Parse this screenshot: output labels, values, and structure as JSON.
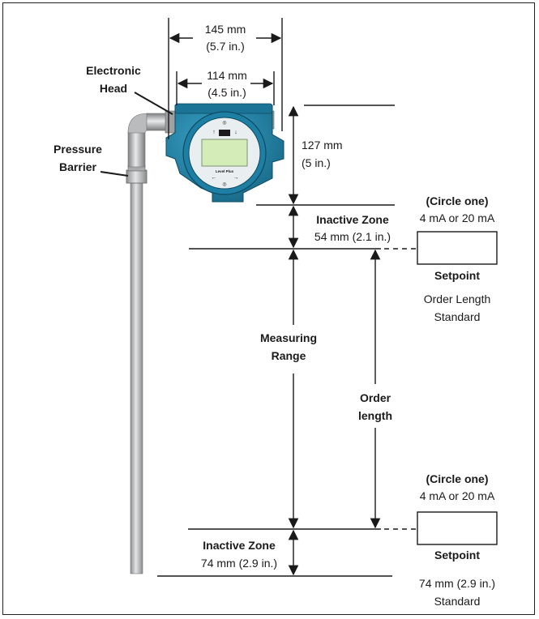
{
  "labels": {
    "electronic_head": [
      "Electronic",
      "Head"
    ],
    "pressure_barrier": [
      "Pressure",
      "Barrier"
    ],
    "dim_145": [
      "145 mm",
      "(5.7 in.)"
    ],
    "dim_114": [
      "114 mm",
      "(4.5 in.)"
    ],
    "dim_127": [
      "127 mm",
      "(5 in.)"
    ],
    "inactive_top": {
      "title": "Inactive Zone",
      "value": "54 mm (2.1 in.)"
    },
    "measuring_range": [
      "Measuring",
      "Range"
    ],
    "order_length": [
      "Order",
      "length"
    ],
    "inactive_bottom": {
      "title": "Inactive Zone",
      "value": "74 mm (2.9 in.)"
    }
  },
  "setpoint_top": {
    "circle": "(Circle one)",
    "options": "4 mA or 20 mA",
    "label": "Setpoint",
    "note": [
      "Order Length",
      "Standard"
    ]
  },
  "setpoint_bottom": {
    "circle": "(Circle one)",
    "options": "4 mA or 20 mA",
    "label": "Setpoint",
    "note": [
      "74 mm (2.9 in.)",
      "Standard"
    ]
  },
  "device": {
    "display_brand": "Level Plus"
  },
  "colors": {
    "housing": "#1f83a8",
    "housing_dark": "#145e7a",
    "lcd": "#d4ecb8",
    "steel": "#b5b7b9"
  }
}
